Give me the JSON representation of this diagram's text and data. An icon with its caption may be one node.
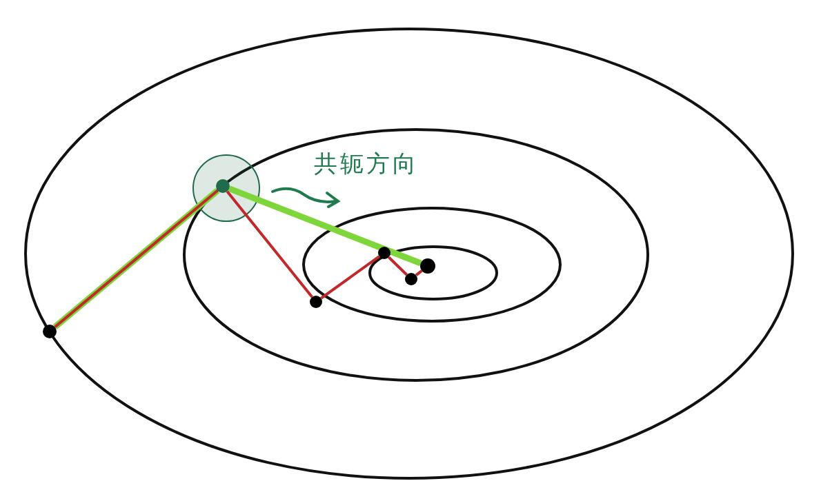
{
  "diagram": {
    "nodes": [
      {
        "text": [],
        "shape": "circle"
      },
      {
        "text": [],
        "shape": "circle"
      },
      {
        "text": [],
        "shape": "circle"
      },
      {
        "text": [],
        "shape": "circle"
      },
      {
        "text": [],
        "shape": "circle"
      },
      {
        "text": [],
        "shape": "circle"
      }
    ],
    "edges": [
      {
        "from": 0,
        "to": 1,
        "arrow": "none",
        "style": "thick",
        "color": "#7ed63a"
      },
      {
        "from": 0,
        "to": 1,
        "arrow": "none"
      },
      {
        "from": 1,
        "to": 5,
        "arrow": "none",
        "style": "thick",
        "color": "#7ed63a"
      },
      {
        "from": 1,
        "to": 2,
        "arrow": "none"
      },
      {
        "from": 2,
        "to": 3,
        "arrow": "none"
      },
      {
        "from": 3,
        "to": 4,
        "arrow": "none"
      },
      {
        "from": 4,
        "to": 5,
        "arrow": "none"
      }
    ],
    "labels": [
      "共轭方向"
    ]
  }
}
